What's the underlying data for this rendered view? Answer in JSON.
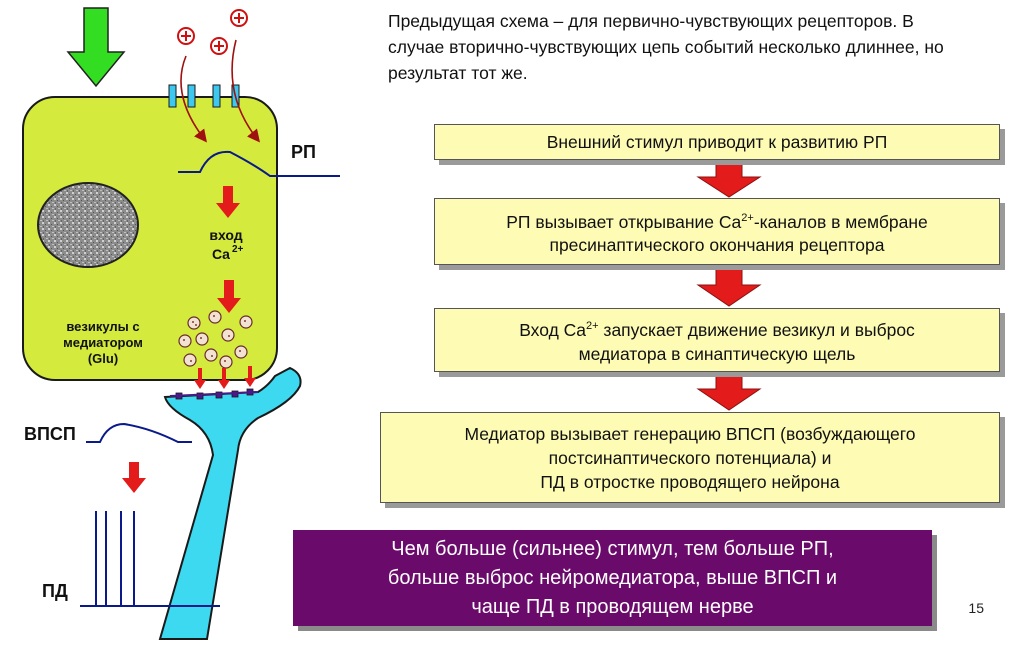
{
  "intro": "Предыдущая схема – для первично-чувствующих рецепторов. В случае вторично-чувствующих цепь событий несколько длиннее, но результат тот же.",
  "flow": {
    "step1": "Внешний стимул приводит к развитию РП",
    "step2_a": "РП вызывает открывание Ca",
    "step2_sup": "2+",
    "step2_b": "-каналов в мембране пресинаптического окончания рецептора",
    "step3_a": "Вход Ca",
    "step3_sup": "2+",
    "step3_b": " запускает движение везикул и выброс медиатора в синаптическую щель",
    "step4_line1": "Медиатор вызывает генерацию ВПСП (возбуждающего",
    "step4_line2": "постсинаптического потенциала) и",
    "step4_line3": "ПД в отростке проводящего нейрона"
  },
  "conclusion_lines": [
    "Чем больше (сильнее) стимул, тем больше РП,",
    "больше выброс нейромедиатора, выше ВПСП и",
    "чаще ПД в проводящем нерве"
  ],
  "diagram": {
    "label_rp": "РП",
    "label_entry_1": "вход",
    "label_entry_ca": "Ca",
    "label_entry_sup": "2+",
    "vesicle_label_1": "везикулы с",
    "vesicle_label_2": "медиатором",
    "vesicle_label_3": "(Glu)",
    "label_vpsp": "ВПСП",
    "label_pd": "ПД"
  },
  "page_number": "15",
  "colors": {
    "cell": "#d4ea3c",
    "neuron": "#3cd9f0",
    "box_fill": "#fdfbb4",
    "conclusion_fill": "#6a0a6a",
    "arrow_red": "#e31b1b",
    "stimulus_arrow": "#33dd22",
    "trace_blue": "#0a1a8a"
  }
}
